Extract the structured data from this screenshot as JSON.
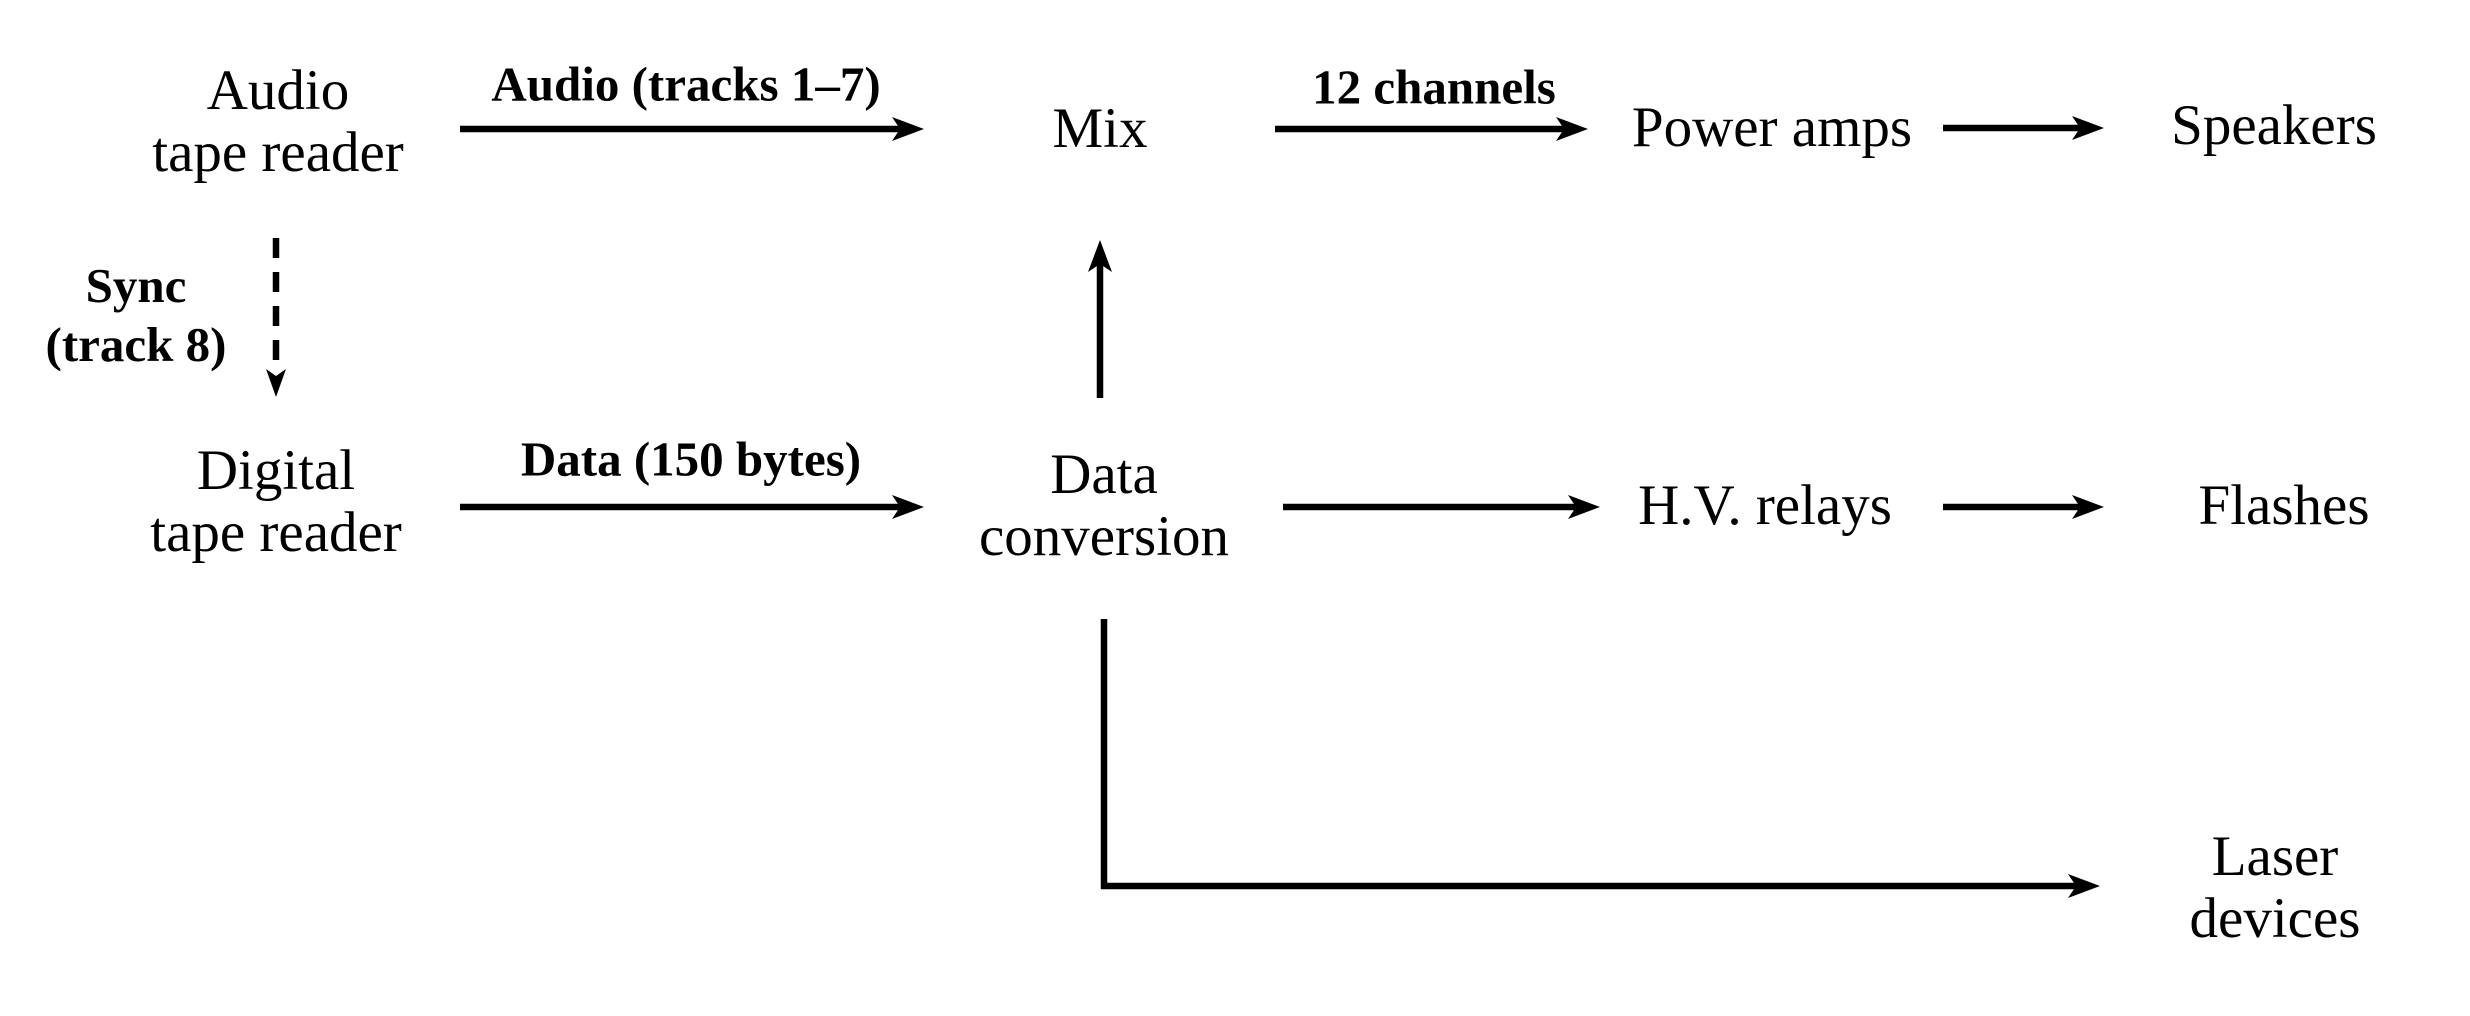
{
  "diagram": {
    "background": "#ffffff",
    "ink": "#000000",
    "nodes": {
      "audio_tape_reader": "Audio\ntape reader",
      "mix": "Mix",
      "power_amps": "Power amps",
      "speakers": "Speakers",
      "digital_tape_reader": "Digital\ntape reader",
      "data_conversion": "Data\nconversion",
      "hv_relays": "H.V. relays",
      "flashes": "Flashes",
      "laser_devices": "Laser devices"
    },
    "edge_labels": {
      "audio_tracks": "Audio (tracks 1–7)",
      "channels_12": "12 channels",
      "sync_track8": "Sync\n(track 8)",
      "data_150_bytes": "Data (150 bytes)"
    },
    "edges": [
      {
        "from": "Audio tape reader",
        "to": "Mix",
        "label": "Audio (tracks 1–7)",
        "style": "solid"
      },
      {
        "from": "Mix",
        "to": "Power amps",
        "label": "12 channels",
        "style": "solid"
      },
      {
        "from": "Power amps",
        "to": "Speakers",
        "label": "",
        "style": "solid"
      },
      {
        "from": "Audio tape reader",
        "to": "Digital tape reader",
        "label": "Sync (track 8)",
        "style": "dashed"
      },
      {
        "from": "Digital tape reader",
        "to": "Data conversion",
        "label": "Data (150 bytes)",
        "style": "solid"
      },
      {
        "from": "Data conversion",
        "to": "Mix",
        "label": "",
        "style": "solid"
      },
      {
        "from": "Data conversion",
        "to": "H.V. relays",
        "label": "",
        "style": "solid"
      },
      {
        "from": "H.V. relays",
        "to": "Flashes",
        "label": "",
        "style": "solid"
      },
      {
        "from": "Data conversion",
        "to": "Laser devices",
        "label": "",
        "style": "solid"
      }
    ]
  }
}
